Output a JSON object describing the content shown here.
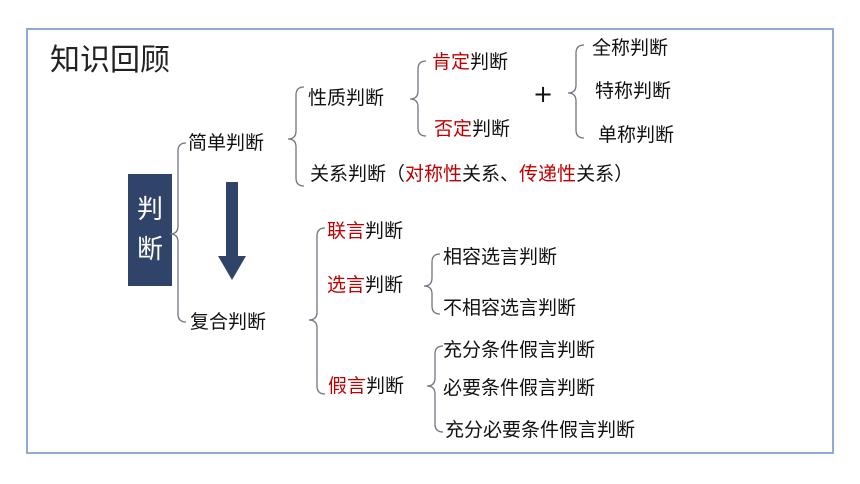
{
  "title": "知识回顾",
  "root": [
    "判",
    "断"
  ],
  "simple": {
    "label": "简单判断",
    "nature": {
      "label": "性质判断",
      "affirm": {
        "a": "肯定",
        "b": "判断"
      },
      "negate": {
        "a": "否定",
        "b": "判断"
      },
      "plus": "+",
      "quantity": [
        "全称判断",
        "特称判断",
        "单称判断"
      ]
    },
    "relation": {
      "a": "关系判断（",
      "b": "对称性",
      "c": "关系、",
      "d": "传递性",
      "e": "关系）"
    }
  },
  "compound": {
    "label": "复合判断",
    "conj": {
      "a": "联言",
      "b": "判断"
    },
    "disj": {
      "a": "选言",
      "b": "判断",
      "items": [
        "相容选言判断",
        "不相容选言判断"
      ]
    },
    "hyp": {
      "a": "假言",
      "b": "判断",
      "items": [
        "充分条件假言判断",
        "必要条件假言判断",
        "充分必要条件假言判断"
      ]
    }
  },
  "colors": {
    "accent_red": "#c00000",
    "root_box": "#2f4468",
    "arrow": "#2f4468",
    "frame": "#8faad8"
  }
}
